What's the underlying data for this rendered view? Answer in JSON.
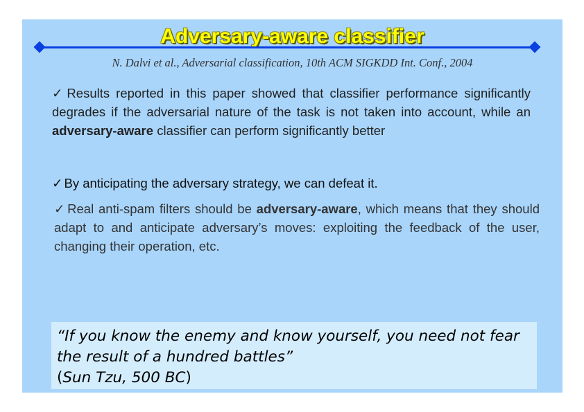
{
  "slide": {
    "title": "Adversary-aware classifier",
    "citation": "N. Dalvi et al., Adversarial classification, 10th ACM SIGKDD Int. Conf., 2004",
    "check_mark": "✓",
    "paragraph1": {
      "before": "Results reported in this paper showed that classifier performance significantly degrades if the adversarial nature of the task is not taken into account, while an ",
      "bold": "adversary-aware",
      "after": " classifier can perform significantly better"
    },
    "paragraph2": "By anticipating the adversary strategy, we can defeat it.",
    "paragraph3": {
      "before": "Real anti-spam filters should be ",
      "bold": "adversary-aware",
      "after": ", which means that they should adapt to and anticipate adversary’s moves: exploiting the feedback of the user, changing their operation, etc."
    },
    "quote": {
      "text": "“If you know the enemy and know yourself, you need not fear the result of a hundred battles”",
      "attribution_open": "(",
      "attribution_author": "Sun Tzu, 500 BC",
      "attribution_close": ")"
    }
  },
  "colors": {
    "slide_background": "#a9d5fb",
    "title": "#ffff00",
    "rule": "#0a3fe0",
    "quote_background": "#d4edfd"
  }
}
